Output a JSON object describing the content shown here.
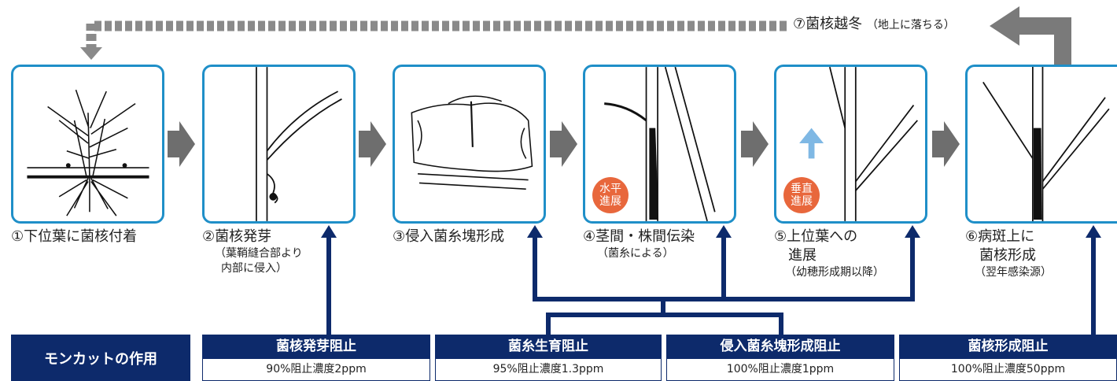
{
  "cycle_label": {
    "main": "⑦菌核越冬",
    "sub": "（地上に落ちる）"
  },
  "stages": [
    {
      "title": "①下位葉に菌核付着",
      "sub": []
    },
    {
      "title": "②菌核発芽",
      "sub": [
        "（葉鞘縫合部より",
        "内部に侵入）"
      ]
    },
    {
      "title": "③侵入菌糸塊形成",
      "sub": []
    },
    {
      "title": "④茎間・株間伝染",
      "sub": [
        "（菌糸による）"
      ]
    },
    {
      "title": [
        "⑤上位葉への",
        "進展"
      ],
      "sub": [
        "（幼穂形成期以降）"
      ]
    },
    {
      "title": [
        "⑥病斑上に",
        "菌核形成"
      ],
      "sub": [
        "（翌年感染源）"
      ]
    }
  ],
  "badges": {
    "horizontal": [
      "水平",
      "進展"
    ],
    "vertical": [
      "垂直",
      "進展"
    ]
  },
  "legend_title": "モンカットの作用",
  "actions": [
    {
      "name": "菌核発芽阻止",
      "detail": "90%阻止濃度2ppm"
    },
    {
      "name": "菌糸生育阻止",
      "detail": "95%阻止濃度1.3ppm"
    },
    {
      "name": "侵入菌糸塊形成阻止",
      "detail": "100%阻止濃度1ppm"
    },
    {
      "name": "菌核形成阻止",
      "detail": "100%阻止濃度50ppm"
    }
  ],
  "colors": {
    "panel_border": "#1f8fc8",
    "navy": "#0d2a6b",
    "gray_arrow": "#6e6e6e",
    "badge": "#e8673c",
    "up_arrow": "#7fb8e4"
  }
}
